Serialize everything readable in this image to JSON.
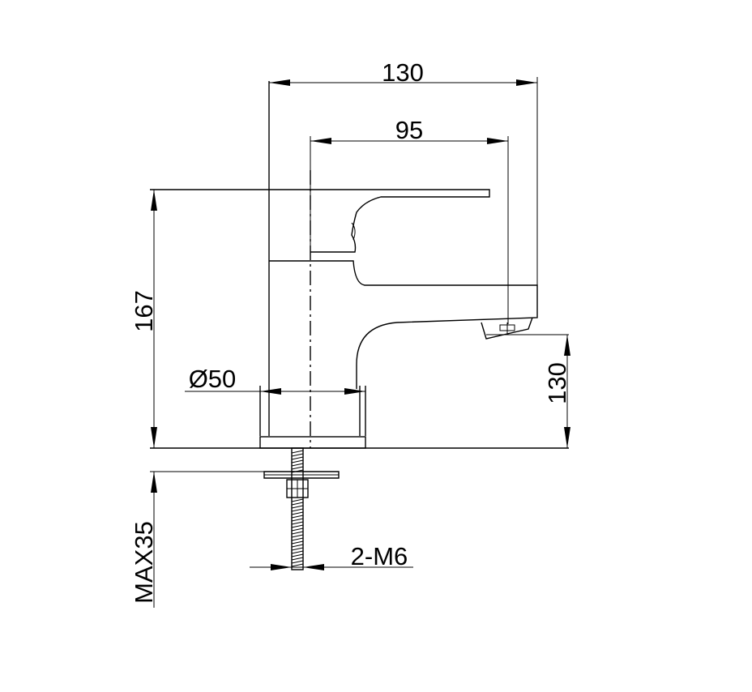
{
  "dimensions": {
    "overall_width": "130",
    "spout_reach": "95",
    "total_height": "167",
    "spout_height": "130",
    "base_diameter": "Ø50",
    "max_deck_thickness": "MAX35",
    "thread": "2-M6"
  }
}
